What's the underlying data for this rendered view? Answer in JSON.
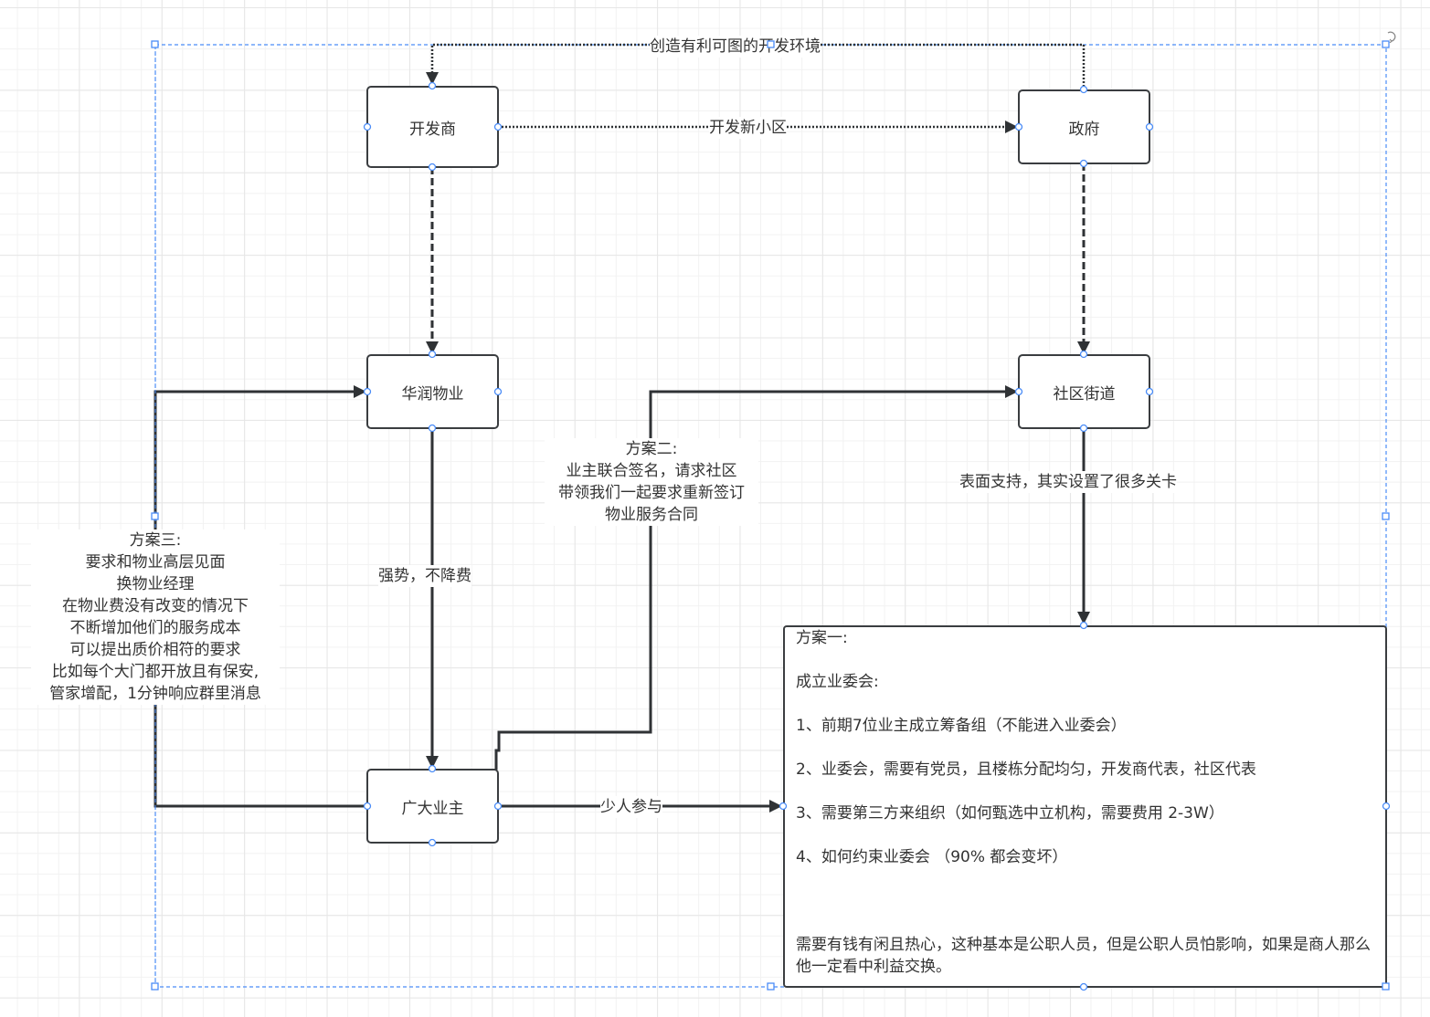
{
  "nodes": {
    "developer": "开发商",
    "government": "政府",
    "property_mgmt": "华润物业",
    "community_office": "社区街道",
    "homeowners": "广大业主"
  },
  "edges": {
    "gov_to_developer": "创造有利可图的开发环境",
    "developer_to_gov": "开发新小区",
    "community_to_plan1": "表面支持，其实设置了很多关卡",
    "property_to_homeowners": "强势，不降费",
    "homeowners_to_plan1": "少人参与"
  },
  "plan_two": {
    "lines": [
      "方案二:",
      "业主联合签名，请求社区",
      "带领我们一起要求重新签订",
      "物业服务合同"
    ]
  },
  "plan_three": {
    "lines": [
      "方案三:",
      "要求和物业高层见面",
      "换物业经理",
      "在物业费没有改变的情况下",
      "不断增加他们的服务成本",
      "可以提出质价相符的要求",
      "比如每个大门都开放且有保安,",
      "管家增配，1分钟响应群里消息"
    ]
  },
  "plan_one": {
    "title": "方案一:",
    "subtitle": "成立业委会:",
    "items": [
      "1、前期7位业主成立筹备组（不能进入业委会）",
      "2、业委会，需要有党员，且楼栋分配均匀，开发商代表，社区代表",
      "3、需要第三方来组织（如何甄选中立机构，需要费用 2-3W）",
      "4、如何约束业委会 （90% 都会变坏）"
    ],
    "note": "需要有钱有闲且热心，这种基本是公职人员，但是公职人员怕影响，如果是商人那么他一定看中利益交换。"
  },
  "colors": {
    "node_border": "#3a3d40",
    "edge": "#2f3235",
    "selection": "#4a8cf7",
    "text": "#333333",
    "grid_minor": "#f2f2f2",
    "grid_major": "#e6e6e6"
  }
}
